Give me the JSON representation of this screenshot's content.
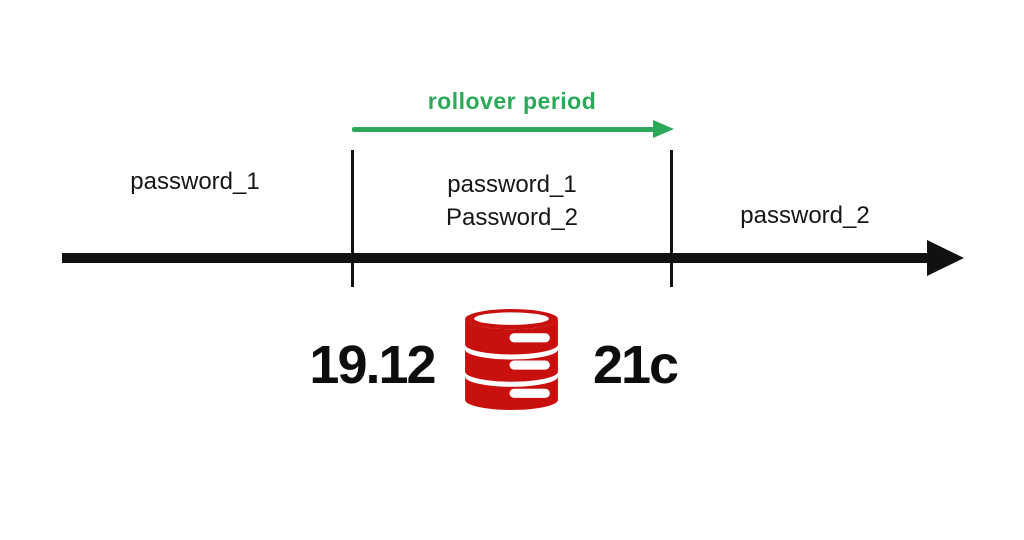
{
  "colors": {
    "accent_green": "#2BA858",
    "ink": "#111111",
    "database_red": "#C8100E"
  },
  "icons": {
    "database": "red-database-cylinder"
  },
  "diagram": {
    "rollover_label": "rollover period",
    "phase_before": "password_1",
    "phase_during_line1": "password_1",
    "phase_during_line2": "Password_2",
    "phase_after": "password_2",
    "version_start": "19.12",
    "version_end": "21c"
  }
}
